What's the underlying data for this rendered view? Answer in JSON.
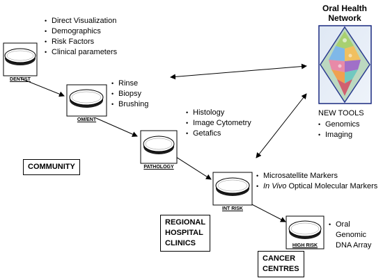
{
  "nodes": {
    "dentist": "DENTIST",
    "om_ent": "OM/ENT",
    "pathology": "PATHOLOGY",
    "int_risk": "INT RISK",
    "high_risk": "HIGH RISK"
  },
  "lists": {
    "dentist": [
      "Direct Visualization",
      "Demographics",
      "Risk Factors",
      "Clinical parameters"
    ],
    "om_ent": [
      "Rinse",
      "Biopsy",
      "Brushing"
    ],
    "pathology": [
      "Histology",
      "Image Cytometry",
      "Getafics"
    ],
    "int_risk_1": "Microsatellite Markers",
    "int_risk_2_italic": "In Vivo",
    "int_risk_2_rest": " Optical Molecular Markers",
    "high_risk": [
      "Oral",
      "Genomic",
      "DNA Array"
    ]
  },
  "boxes": {
    "community": "COMMUNITY",
    "regional": [
      "REGIONAL",
      "HOSPITAL",
      "CLINICS"
    ],
    "cancer": [
      "CANCER",
      "CENTRES"
    ]
  },
  "network": {
    "title_line1": "Oral Health",
    "title_line2": "Network"
  },
  "tools": {
    "title": "NEW TOOLS",
    "items": [
      "Genomics",
      "Imaging"
    ]
  }
}
